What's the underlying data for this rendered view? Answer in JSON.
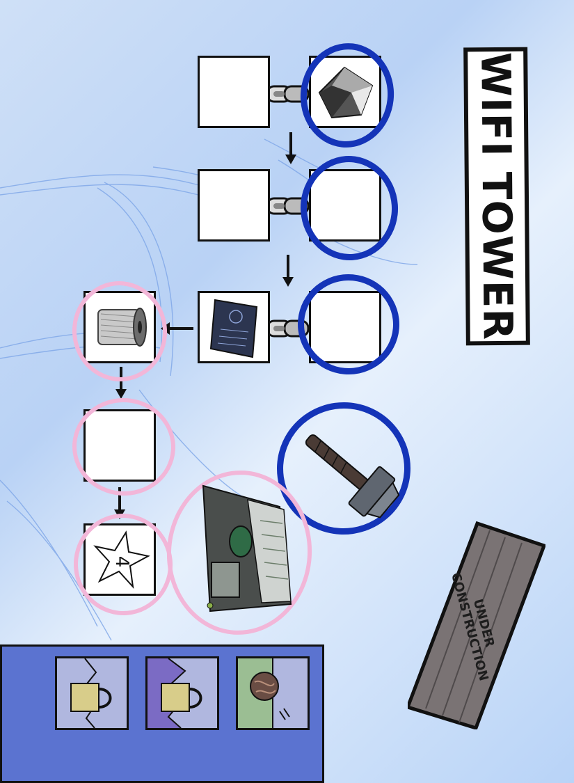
{
  "title": {
    "text": "WIFI TOWER"
  },
  "sign": {
    "line1": "UNDER",
    "line2": "CONSTRUCTION"
  },
  "crafting_chain": [
    {
      "slot": "component",
      "item": "crystal-gem"
    },
    {
      "slot": "component",
      "item": "empty"
    },
    {
      "slot": "component",
      "item": "empty"
    },
    {
      "slot": "base",
      "item": "empty"
    },
    {
      "slot": "base",
      "item": "empty"
    },
    {
      "slot": "base",
      "item": "circuit-board-tablet"
    },
    {
      "slot": "result",
      "item": "wire-spool"
    },
    {
      "slot": "result",
      "item": "empty"
    },
    {
      "slot": "result",
      "item": "star-card"
    }
  ],
  "star_card_label": "4",
  "tools": [
    "hammer-icon",
    "machinery-icon"
  ],
  "inventory": [
    {
      "name": "padlock-tile",
      "icon": "padlock-icon",
      "state": "locked"
    },
    {
      "name": "padlock-tile-purple",
      "icon": "padlock-icon",
      "state": "locked"
    },
    {
      "name": "knot-tile",
      "icon": "yarn-knot-icon",
      "state": "unlocked"
    }
  ],
  "colors": {
    "blue_ring": "#1434b8",
    "pink_ring": "#f2b6d8",
    "tray": "#5b73d0",
    "plank": "#7a7374"
  }
}
